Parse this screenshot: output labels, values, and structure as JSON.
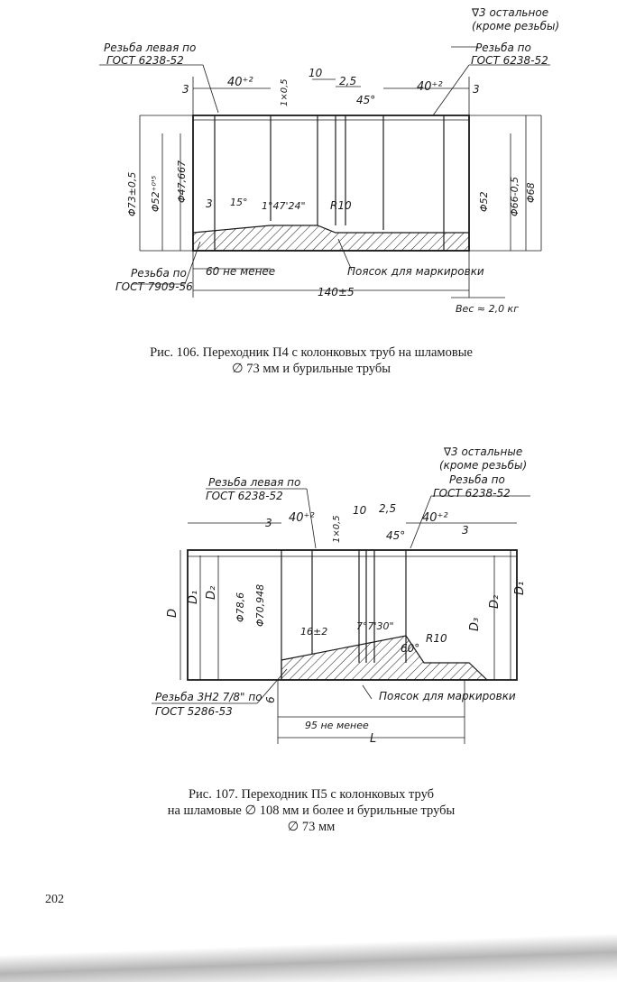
{
  "page_number": "202",
  "figures": [
    {
      "caption_line1": "Рис. 106. Переходник П4 с колонковых труб на шламовые",
      "caption_line2": "∅ 73 мм и бурильные трубы",
      "labels": {
        "surface_finish": "∇3 остальное",
        "surface_finish_note": "(кроме резьбы)",
        "thread_left": "Резьба левая по",
        "thread_left_std": "ГОСТ 6238-52",
        "thread_right": "Резьба по",
        "thread_right_std": "ГОСТ 6238-52",
        "thread_bottom": "Резьба по",
        "thread_bottom_std": "ГОСТ 7909-56",
        "marking_band": "Поясок для маркировки",
        "min_length": "60 не менее",
        "total_length": "140±5",
        "weight": "Вес ≈ 2,0 кг",
        "dim_3_left": "3",
        "dim_40_left": "40⁺²",
        "dim_1x05": "1×0,5",
        "dim_10": "10",
        "dim_25": "2,5",
        "angle_45": "45°",
        "dim_40_right": "40⁺²",
        "dim_3_right": "3",
        "dia_73": "Φ73±0,5",
        "dia_52": "Φ52⁺⁰'⁵",
        "dia_47": "Φ47,667",
        "dim_3_inner": "3",
        "angle_15": "15°",
        "angle_taper": "1°47'24\"",
        "radius": "R10",
        "dia_52r": "Φ52",
        "dia_66": "Φ66-0,5",
        "dia_68": "Φ68"
      }
    },
    {
      "caption_line1": "Рис. 107. Переходник П5 с колонковых труб",
      "caption_line2": "на шламовые ∅ 108 мм и более и бурильные трубы",
      "caption_line3": "∅ 73 мм",
      "labels": {
        "surface_finish": "∇3 остальные",
        "surface_finish_note": "(кроме резьбы)",
        "thread_left": "Резьба левая по",
        "thread_left_std": "ГОСТ 6238-52",
        "thread_right": "Резьба по",
        "thread_right_std": "ГОСТ 6238-52",
        "thread_bottom": "Резьба 3Н2 7/8\" по",
        "thread_bottom_std": "ГОСТ 5286-53",
        "marking_band": "Поясок для маркировки",
        "min_length": "95 не менее",
        "total_length": "L",
        "dim_3_left": "3",
        "dim_40_left": "40⁺²",
        "dim_1x05": "1×0,5",
        "dim_10": "10",
        "dim_25": "2,5",
        "angle_45": "45°",
        "dim_40_right": "40⁺²",
        "dim_3_right": "3",
        "dia_D": "D",
        "dia_D1": "D₁",
        "dia_D2": "D₂",
        "dia_786": "Φ78,6",
        "dia_70": "Φ70,948",
        "dim_16": "16±2",
        "angle_taper": "7°7'30\"",
        "angle_60": "60°",
        "radius": "R10",
        "dia_D3": "D₃",
        "dia_D2r": "D₂",
        "dia_D1r": "D₁",
        "dim_6": "6"
      }
    }
  ]
}
